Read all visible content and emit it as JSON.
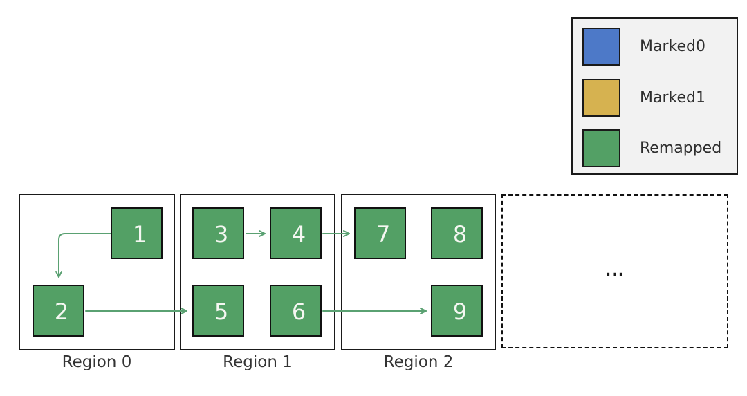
{
  "figure": {
    "legend": {
      "items": [
        {
          "id": "marked0",
          "label": "Marked0",
          "color": "#4d79c8"
        },
        {
          "id": "marked1",
          "label": "Marked1",
          "color": "#d6b250"
        },
        {
          "id": "remapped",
          "label": "Remapped",
          "color": "#53a065"
        }
      ]
    },
    "regions": [
      {
        "label": "Region 0",
        "squares": [
          "1",
          "2"
        ]
      },
      {
        "label": "Region 1",
        "squares": [
          "3",
          "4",
          "5",
          "6"
        ]
      },
      {
        "label": "Region 2",
        "squares": [
          "7",
          "8",
          "9"
        ]
      }
    ],
    "placeholder": "...",
    "arrows": [
      {
        "from": "1",
        "to": "2"
      },
      {
        "from": "2",
        "to": "5"
      },
      {
        "from": "3",
        "to": "4"
      },
      {
        "from": "4",
        "to": "7"
      },
      {
        "from": "6",
        "to": "9"
      }
    ],
    "colors": {
      "square_fill": "#53a065",
      "square_border": "#111111",
      "arrow": "#5aa172",
      "region_border": "#1a1a1a",
      "legend_bg": "#f2f2f2",
      "number_text": "#f5f7f2",
      "label_text": "#333333"
    }
  }
}
